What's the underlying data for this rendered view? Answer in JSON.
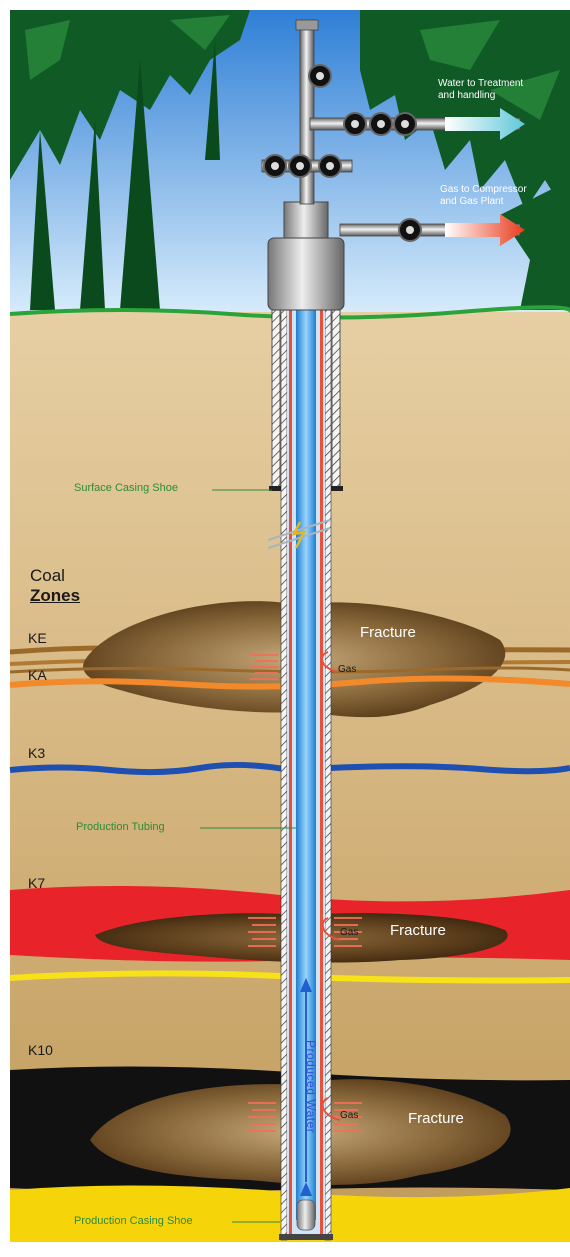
{
  "colors": {
    "sky": "#7fb8e8",
    "ground_top": "#e2c89a",
    "ground_bottom": "#c9a567",
    "grass": "#2aa33a",
    "tree": "#0e5a23",
    "seam_ke": "#9b6a2a",
    "seam_ka": "#f2892a",
    "seam_k3": "#1f4fb0",
    "seam_k7": "#e8242a",
    "seam_yellow": "#f7e21a",
    "seam_k10": "#111111",
    "base_yellow": "#f6d40a",
    "fracture": "#6b4a22",
    "water_arrow": "#8fd8d8",
    "gas_arrow": "#e8442a",
    "tubing": "#3aa0e8",
    "casing_red": "#e8503a"
  },
  "labels": {
    "water_out": [
      "Water to Treatment",
      "and handling"
    ],
    "gas_out": [
      "Gas to Compressor",
      "and Gas Plant"
    ],
    "surface_casing_shoe": "Surface Casing Shoe",
    "coal_zones": [
      "Coal",
      "Zones"
    ],
    "zone_ke": "KE",
    "zone_ka": "KA",
    "zone_k3": "K3",
    "zone_k7": "K7",
    "zone_k10": "K10",
    "fracture_1": "Fracture",
    "fracture_2": "Fracture",
    "fracture_3": "Fracture",
    "gas_1": "Gas",
    "gas_2": "Gas",
    "gas_3": "Gas",
    "production_tubing": "Production Tubing",
    "produced_water": "Produced Water",
    "production_casing_shoe": "Production Casing Shoe"
  },
  "icons": {
    "valve": "valve-icon",
    "arrow": "arrow-icon"
  }
}
